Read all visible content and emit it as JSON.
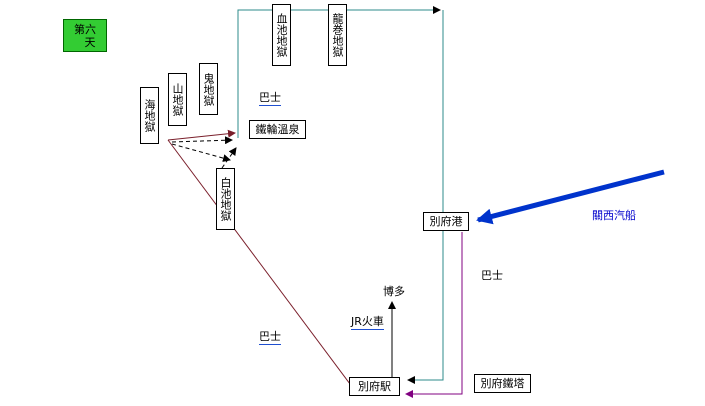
{
  "day_badge": {
    "line1": "第六",
    "line2": "天"
  },
  "places": {
    "umi_jigoku": "海地獄",
    "yama_jigoku": "山地獄",
    "oni_jigoku": "鬼地獄",
    "chinoike_jigoku": "血池地獄",
    "tatsumaki_jigoku": "龍巻地獄",
    "shiraike_jigoku": "白池地獄",
    "kannawa_onsen": "鐵輪溫泉",
    "beppu_port": "別府港",
    "beppu_station": "別府駅",
    "beppu_tower": "別府鐵塔",
    "hakata": "博多"
  },
  "transport": {
    "bus_upper": "巴士",
    "bus_right": "巴士",
    "bus_lower": "巴士",
    "jr_train": "JR火車",
    "kansai_ferry": "關西汽船"
  },
  "colors": {
    "teal_route": "#2e8b8b",
    "maroon_route": "#7a1f2b",
    "purple_route": "#800080",
    "ferry_arrow": "#0033cc",
    "day_badge": "#33cc33"
  }
}
